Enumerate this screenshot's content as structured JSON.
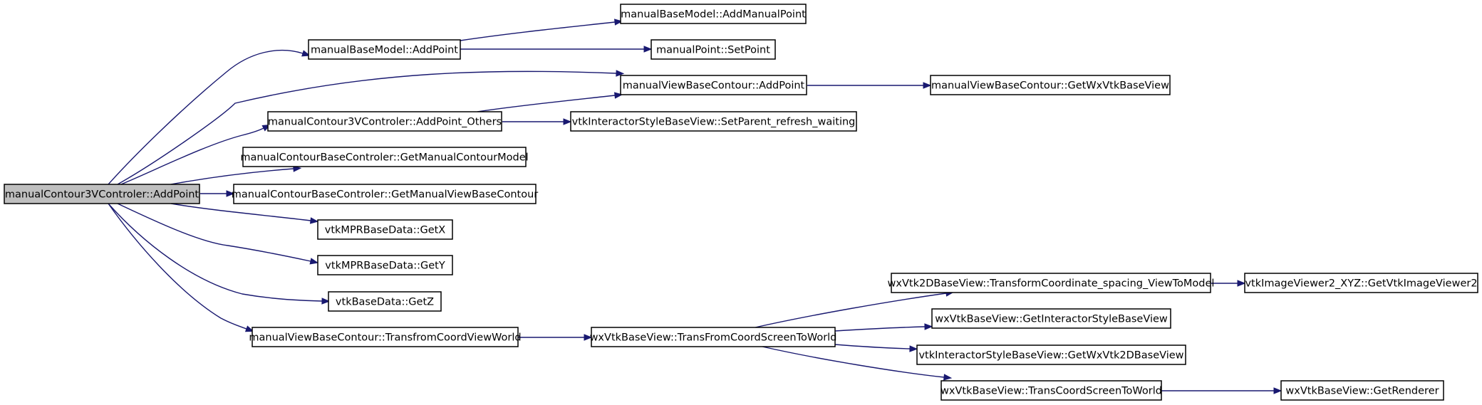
{
  "colors": {
    "edge": "#191970",
    "root_fill": "#bfbfbf",
    "node_fill": "#ffffff",
    "border": "#000000"
  },
  "nodes": [
    {
      "id": "root",
      "label": "manualContour3VControler::AddPoint",
      "root": true
    },
    {
      "id": "bm_addpoint",
      "label": "manualBaseModel::AddPoint"
    },
    {
      "id": "bm_addmanualpoint",
      "label": "manualBaseModel::AddManualPoint"
    },
    {
      "id": "mp_setpoint",
      "label": "manualPoint::SetPoint"
    },
    {
      "id": "vbc_addpoint",
      "label": "manualViewBaseContour::AddPoint"
    },
    {
      "id": "vbc_getwx",
      "label": "manualViewBaseContour::GetWxVtkBaseView"
    },
    {
      "id": "c3v_others",
      "label": "manualContour3VControler::AddPoint_Others"
    },
    {
      "id": "isbv_setparent",
      "label": "vtkInteractorStyleBaseView::SetParent_refresh_waiting"
    },
    {
      "id": "cbc_getmodel",
      "label": "manualContourBaseControler::GetManualContourModel"
    },
    {
      "id": "cbc_getview",
      "label": "manualContourBaseControler::GetManualViewBaseContour"
    },
    {
      "id": "mpr_getx",
      "label": "vtkMPRBaseData::GetX"
    },
    {
      "id": "mpr_gety",
      "label": "vtkMPRBaseData::GetY"
    },
    {
      "id": "bd_getz",
      "label": "vtkBaseData::GetZ"
    },
    {
      "id": "vbc_transfrom",
      "label": "manualViewBaseContour::TransfromCoordViewWorld"
    },
    {
      "id": "wx_transfrom",
      "label": "wxVtkBaseView::TransFromCoordScreenToWorld"
    },
    {
      "id": "wx2d_transform",
      "label": "wxVtk2DBaseView::TransformCoordinate_spacing_ViewToModel"
    },
    {
      "id": "iv2_getvtk",
      "label": "vtkImageViewer2_XYZ::GetVtkImageViewer2"
    },
    {
      "id": "wx_getisbv",
      "label": "wxVtkBaseView::GetInteractorStyleBaseView"
    },
    {
      "id": "isbv_getwx2d",
      "label": "vtkInteractorStyleBaseView::GetWxVtk2DBaseView"
    },
    {
      "id": "wx_transcoord",
      "label": "wxVtkBaseView::TransCoordScreenToWorld"
    },
    {
      "id": "wx_getrenderer",
      "label": "wxVtkBaseView::GetRenderer"
    }
  ],
  "edges": [
    {
      "from": "root",
      "to": "bm_addpoint"
    },
    {
      "from": "root",
      "to": "vbc_addpoint"
    },
    {
      "from": "root",
      "to": "c3v_others"
    },
    {
      "from": "root",
      "to": "cbc_getmodel"
    },
    {
      "from": "root",
      "to": "cbc_getview"
    },
    {
      "from": "root",
      "to": "mpr_getx"
    },
    {
      "from": "root",
      "to": "mpr_gety"
    },
    {
      "from": "root",
      "to": "bd_getz"
    },
    {
      "from": "root",
      "to": "vbc_transfrom"
    },
    {
      "from": "bm_addpoint",
      "to": "bm_addmanualpoint"
    },
    {
      "from": "bm_addpoint",
      "to": "mp_setpoint"
    },
    {
      "from": "vbc_addpoint",
      "to": "vbc_getwx"
    },
    {
      "from": "c3v_others",
      "to": "vbc_addpoint"
    },
    {
      "from": "c3v_others",
      "to": "isbv_setparent"
    },
    {
      "from": "vbc_transfrom",
      "to": "wx_transfrom"
    },
    {
      "from": "wx_transfrom",
      "to": "wx2d_transform"
    },
    {
      "from": "wx_transfrom",
      "to": "wx_getisbv"
    },
    {
      "from": "wx_transfrom",
      "to": "isbv_getwx2d"
    },
    {
      "from": "wx_transfrom",
      "to": "wx_transcoord"
    },
    {
      "from": "wx2d_transform",
      "to": "iv2_getvtk"
    },
    {
      "from": "wx_transcoord",
      "to": "wx_getrenderer"
    }
  ]
}
